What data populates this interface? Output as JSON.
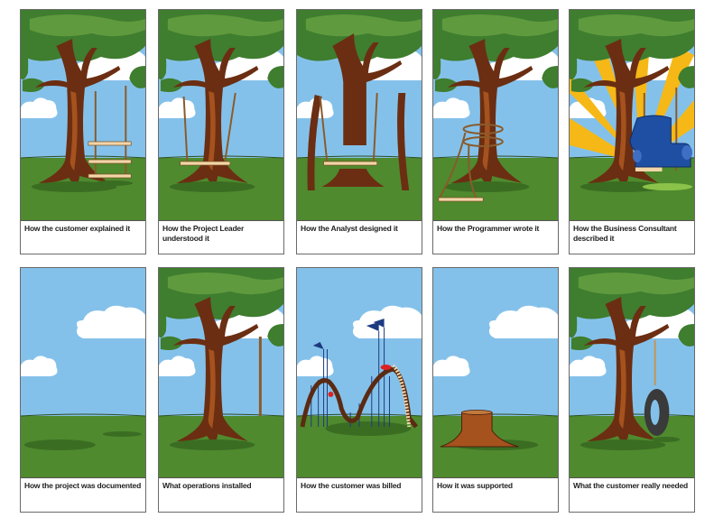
{
  "comic": {
    "title": "Tree swing project cartoon",
    "colors": {
      "sky": "#84c1ea",
      "grass": "#4f8a2e",
      "grass_shadow": "#3a6d22",
      "foliage": "#3f7d2f",
      "foliage_dark": "#2f5e22",
      "trunk": "#6b2e12",
      "trunk_light": "#a5521e",
      "cloud": "#ffffff",
      "rope": "#8a5a2b",
      "seat": "#f2d6a8",
      "sun": "#f5b817",
      "armchair": "#1f4fa3",
      "flag": "#1c3a80",
      "tire": "#3a3a3a",
      "border": "#6a6a6a"
    },
    "panels": [
      {
        "id": 1,
        "caption": "How the customer explained it",
        "scene": "tree with three-tier rope swing"
      },
      {
        "id": 2,
        "caption": "How the Project Leader understood it",
        "scene": "swing seat around tree trunk"
      },
      {
        "id": 3,
        "caption": "How the Analyst designed it",
        "scene": "tree trunk cut with swing hanging between propped branches"
      },
      {
        "id": 4,
        "caption": "How the Programmer wrote it",
        "scene": "rope wrapped around trunk, seat on ground"
      },
      {
        "id": 5,
        "caption": "How the Business Consultant described it",
        "scene": "blue armchair swing with sunburst"
      },
      {
        "id": 6,
        "caption": "How the project was documented",
        "scene": "empty field"
      },
      {
        "id": 7,
        "caption": "What operations installed",
        "scene": "tree with single rope"
      },
      {
        "id": 8,
        "caption": "How the customer was billed",
        "scene": "roller coaster with flags"
      },
      {
        "id": 9,
        "caption": "How it was supported",
        "scene": "tree stump"
      },
      {
        "id": 10,
        "caption": "What the customer really needed",
        "scene": "tire swing"
      }
    ]
  }
}
